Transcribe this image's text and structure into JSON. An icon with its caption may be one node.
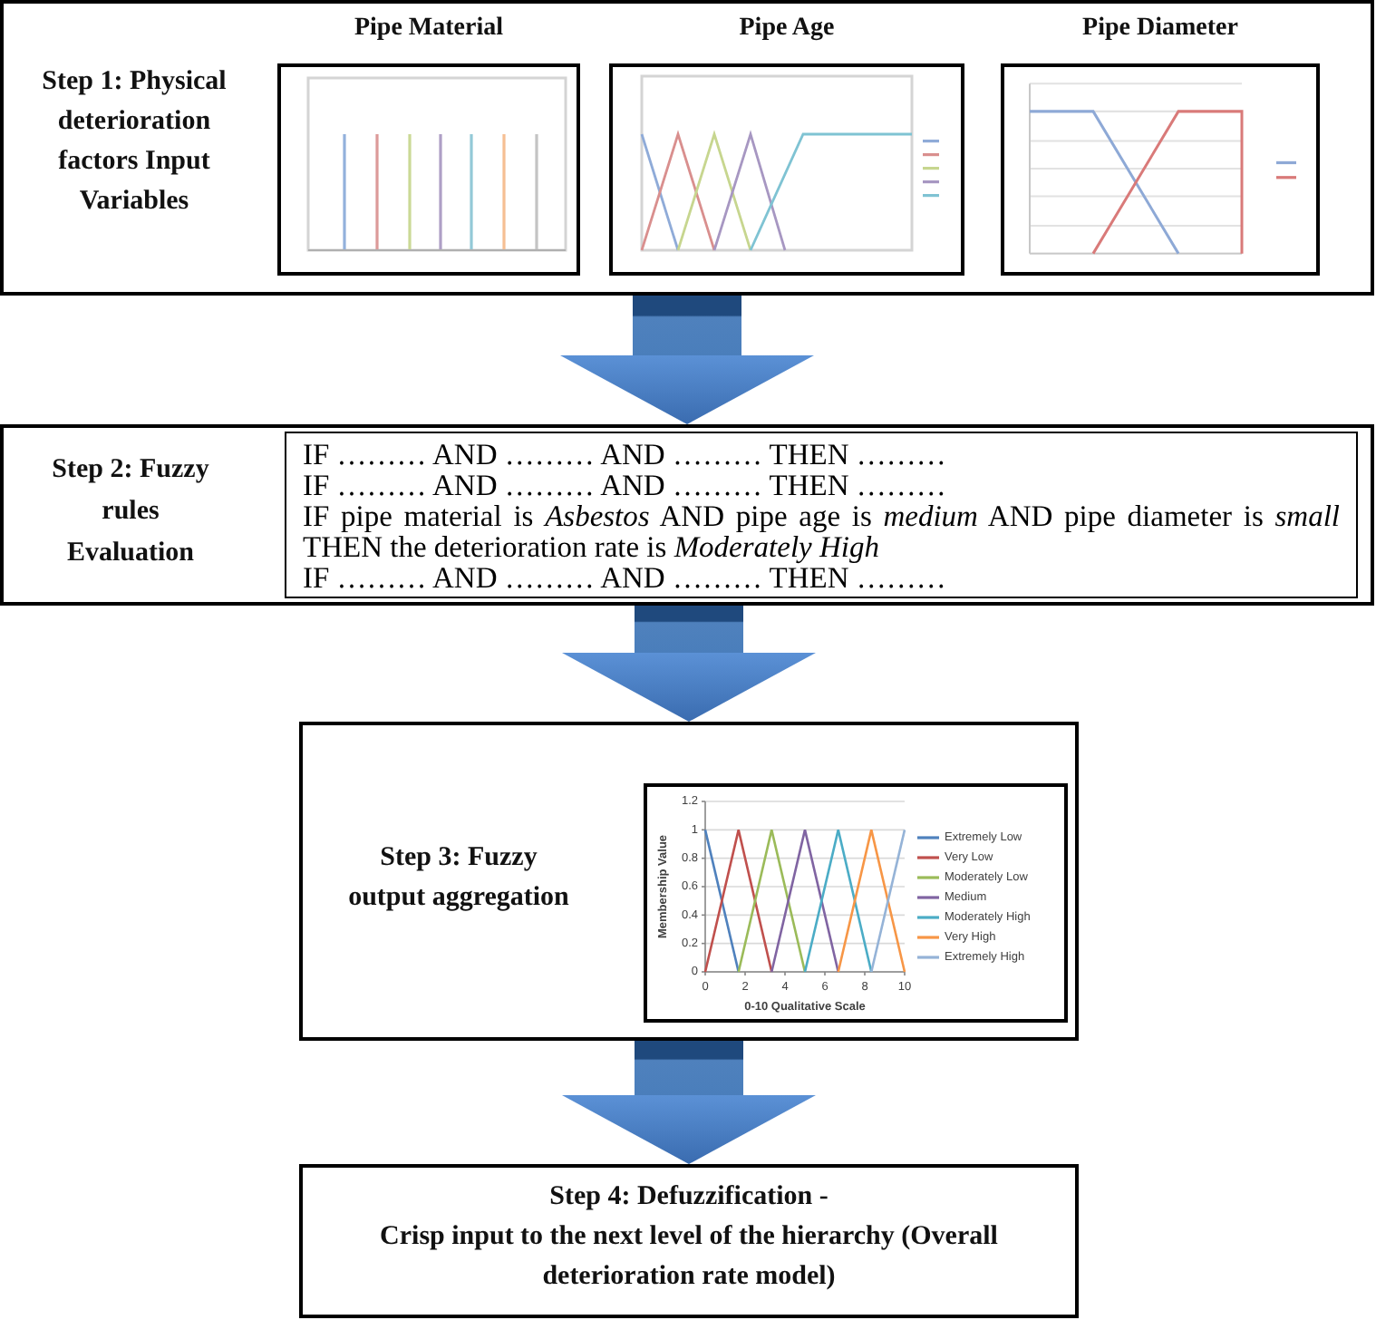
{
  "diagram": {
    "nodes": [
      {
        "text": [
          "Step 1: Physical deterioration factors Input Variables"
        ]
      },
      {
        "text": [
          "Pipe Material"
        ],
        "in": 0
      },
      {
        "text": [
          "Pipe Age"
        ],
        "in": 0
      },
      {
        "text": [
          "Pipe Diameter"
        ],
        "in": 0
      },
      {
        "text": [
          "Step 2: Fuzzy rules Evaluation"
        ]
      },
      {
        "text": [
          "IF ……… AND ……… AND ……… THEN ………",
          "IF ……… AND ……… AND ……… THEN ………",
          "IF pipe material is *Asbestos* AND pipe age is *medium* AND pipe diameter is *small* THEN the deterioration rate is *Moderately High*",
          "IF ……… AND ……… AND ……… THEN ………"
        ],
        "in": 4
      },
      {
        "text": [
          "Step 3: Fuzzy output aggregation"
        ]
      },
      {
        "text": [
          "Step 4: Defuzzification -",
          "Crisp input to the next level of the hierarchy (Overall deterioration rate model)"
        ]
      }
    ],
    "edges": [
      {
        "from": 0,
        "to": 4,
        "arrow": "to"
      },
      {
        "from": 4,
        "to": 6,
        "arrow": "to"
      },
      {
        "from": 6,
        "to": 7,
        "arrow": "to"
      }
    ],
    "chart_data": {
      "type": "line",
      "xlabel": "0-10 Qualitative Scale",
      "ylabel": "Membership Value",
      "x": [
        0,
        1.67,
        3.33,
        5,
        6.67,
        8.33,
        10
      ],
      "series": [
        {
          "name": "Extremely Low",
          "color": "#4f81bd",
          "values": [
            1,
            0,
            null,
            null,
            null,
            null,
            null
          ]
        },
        {
          "name": "Very Low",
          "color": "#c0504d",
          "values": [
            0,
            1,
            0,
            null,
            null,
            null,
            null
          ]
        },
        {
          "name": "Moderately Low",
          "color": "#9bbb59",
          "values": [
            null,
            0,
            1,
            0,
            null,
            null,
            null
          ]
        },
        {
          "name": "Medium",
          "color": "#8064a2",
          "values": [
            null,
            null,
            0,
            1,
            0,
            null,
            null
          ]
        },
        {
          "name": "Moderately High",
          "color": "#4bacc6",
          "values": [
            null,
            null,
            null,
            0,
            1,
            0,
            null
          ]
        },
        {
          "name": "Very High",
          "color": "#f79646",
          "values": [
            null,
            null,
            null,
            null,
            0,
            1,
            0
          ]
        },
        {
          "name": "Extremely High",
          "color": "#95b3d7",
          "values": [
            null,
            null,
            null,
            null,
            null,
            0,
            1
          ]
        }
      ],
      "xlim": [
        0,
        10
      ],
      "ylim": [
        0,
        1.2
      ],
      "xticks": [
        0,
        2,
        4,
        6,
        8,
        10
      ],
      "yticks": [
        0,
        0.2,
        0.4,
        0.6,
        0.8,
        1,
        1.2
      ],
      "grid": true,
      "legend": "right"
    }
  }
}
